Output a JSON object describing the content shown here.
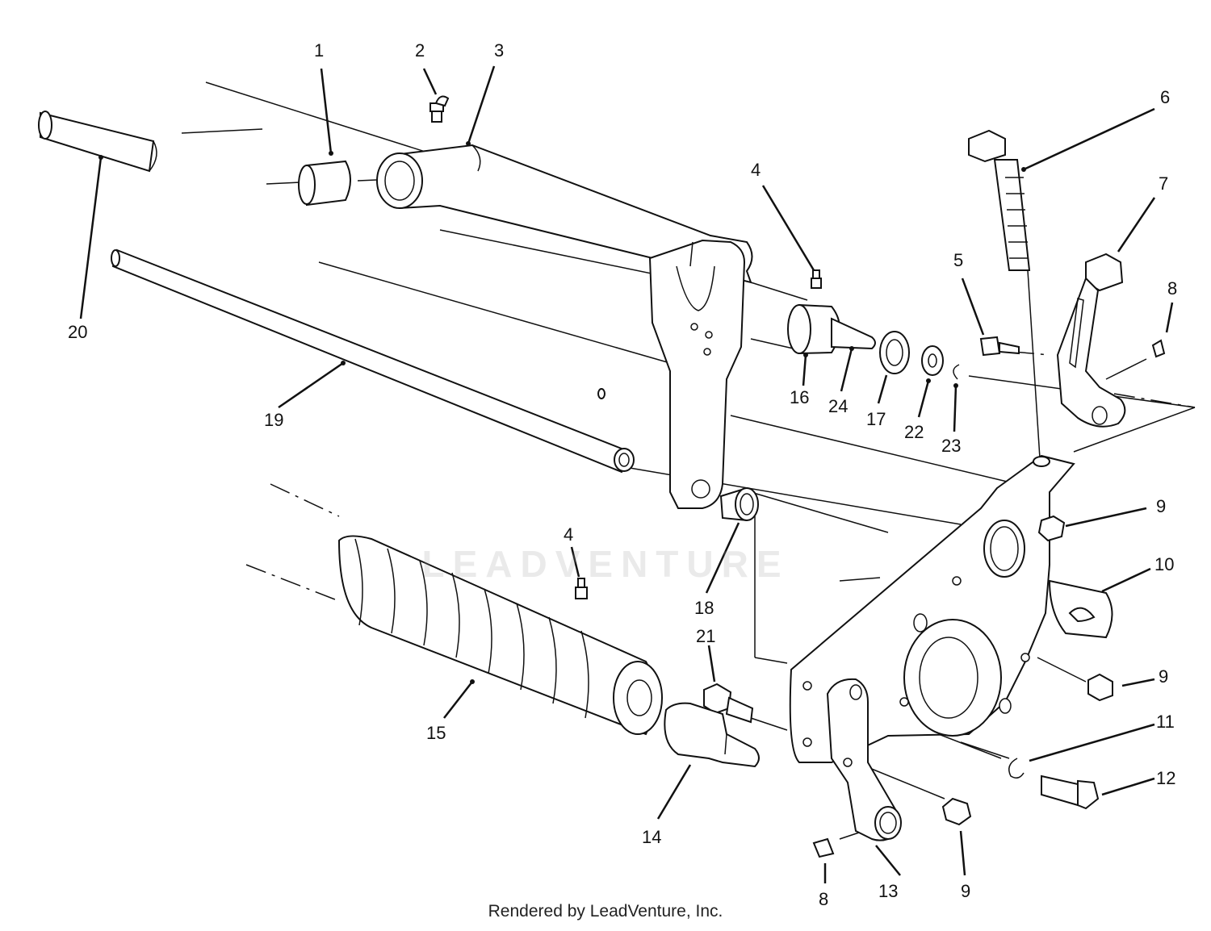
{
  "watermark": "LEADVENTURE",
  "credit": "Rendered by LeadVenture, Inc.",
  "callouts": [
    {
      "id": "c1",
      "label": "1"
    },
    {
      "id": "c2",
      "label": "2"
    },
    {
      "id": "c3",
      "label": "3"
    },
    {
      "id": "c4a",
      "label": "4"
    },
    {
      "id": "c4b",
      "label": "4"
    },
    {
      "id": "c5",
      "label": "5"
    },
    {
      "id": "c6",
      "label": "6"
    },
    {
      "id": "c7",
      "label": "7"
    },
    {
      "id": "c8a",
      "label": "8"
    },
    {
      "id": "c8b",
      "label": "8"
    },
    {
      "id": "c9a",
      "label": "9"
    },
    {
      "id": "c9b",
      "label": "9"
    },
    {
      "id": "c9c",
      "label": "9"
    },
    {
      "id": "c10",
      "label": "10"
    },
    {
      "id": "c11",
      "label": "11"
    },
    {
      "id": "c12",
      "label": "12"
    },
    {
      "id": "c13",
      "label": "13"
    },
    {
      "id": "c14",
      "label": "14"
    },
    {
      "id": "c15",
      "label": "15"
    },
    {
      "id": "c16",
      "label": "16"
    },
    {
      "id": "c17",
      "label": "17"
    },
    {
      "id": "c18",
      "label": "18"
    },
    {
      "id": "c19",
      "label": "19"
    },
    {
      "id": "c20",
      "label": "20"
    },
    {
      "id": "c21",
      "label": "21"
    },
    {
      "id": "c22",
      "label": "22"
    },
    {
      "id": "c23",
      "label": "23"
    },
    {
      "id": "c24",
      "label": "24"
    }
  ]
}
